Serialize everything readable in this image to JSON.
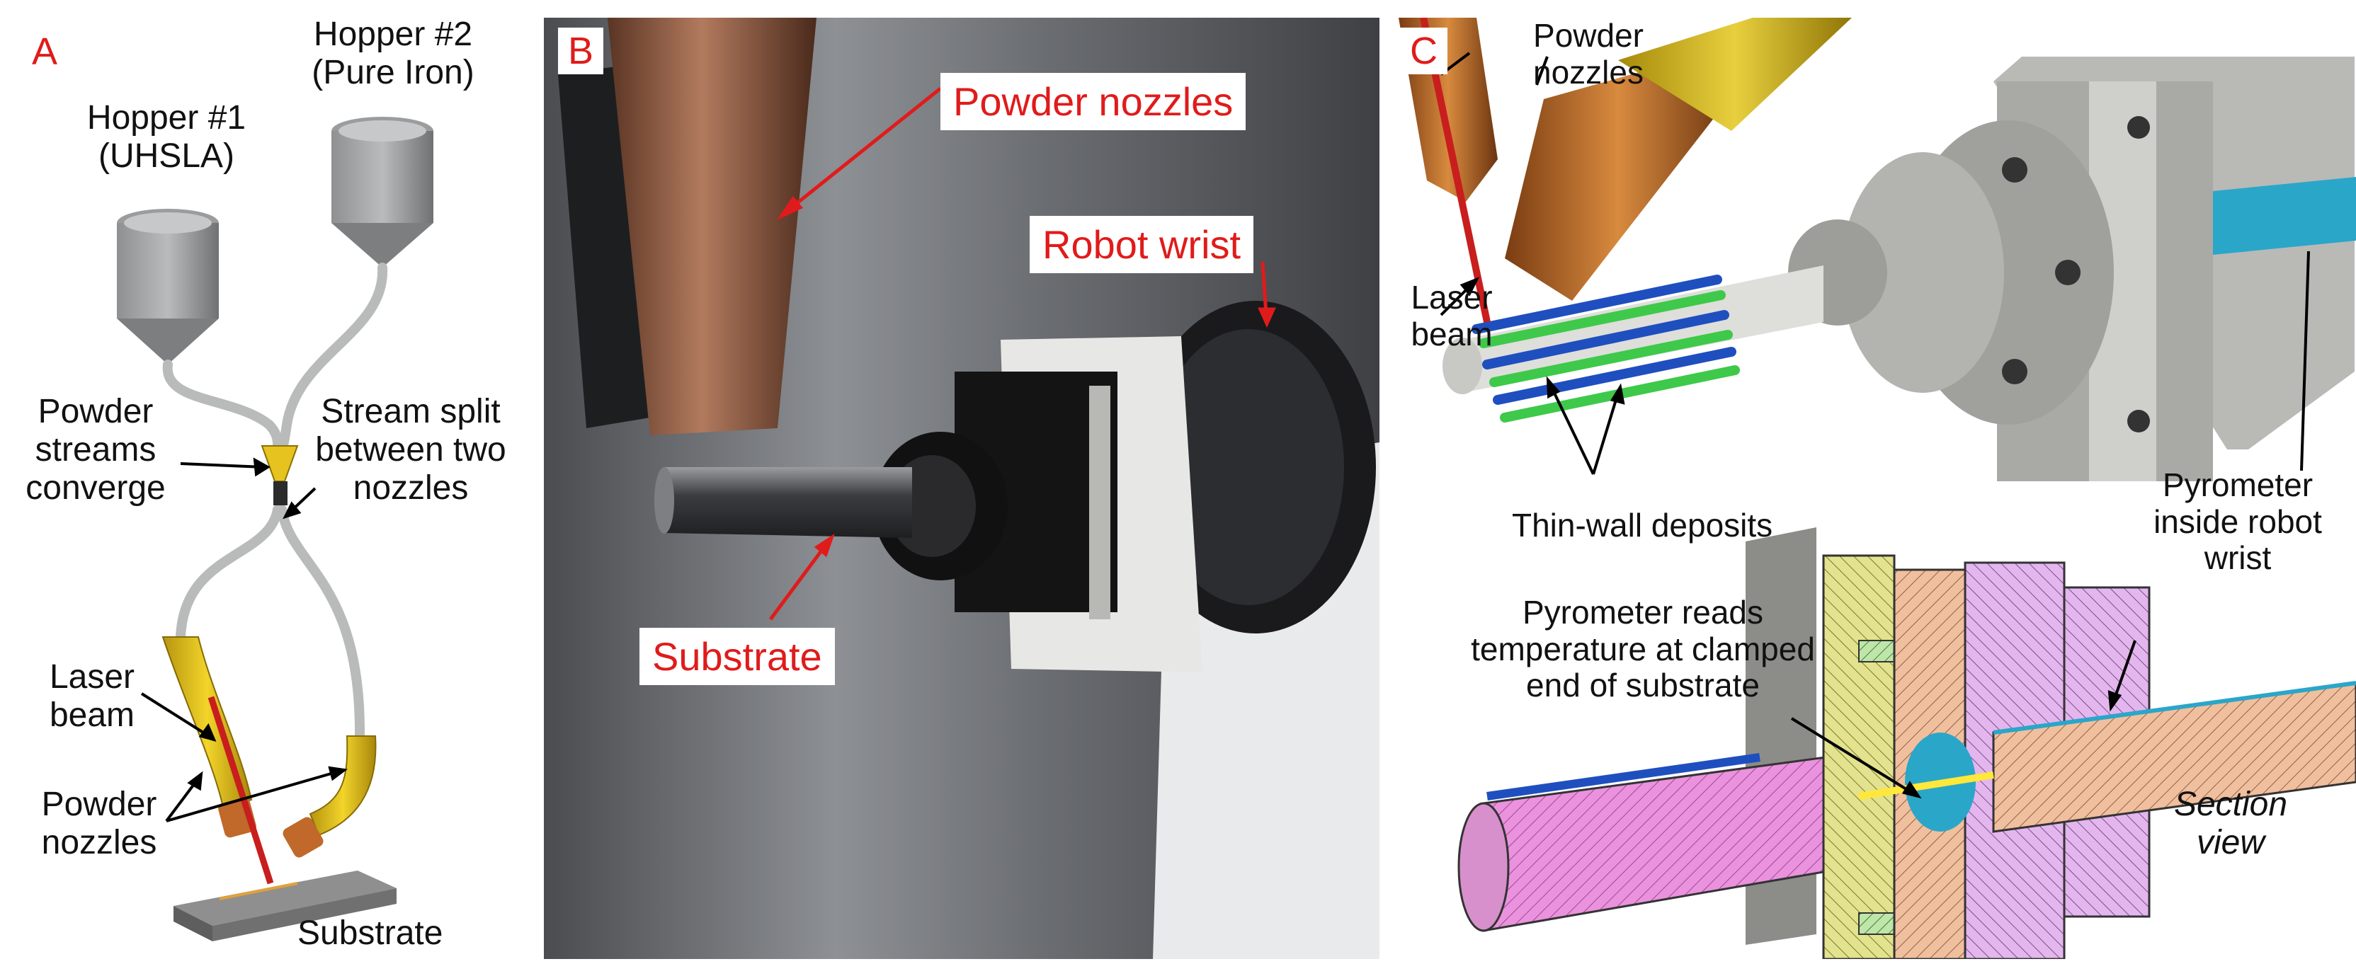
{
  "panel_a": {
    "letter": "A",
    "hopper1_line1": "Hopper #1",
    "hopper1_line2": "(UHSLA)",
    "hopper2_line1": "Hopper #2",
    "hopper2_line2": "(Pure Iron)",
    "converge_line1": "Powder",
    "converge_line2": "streams",
    "converge_line3": "converge",
    "split_line1": "Stream split",
    "split_line2": "between two",
    "split_line3": "nozzles",
    "laser_line1": "Laser",
    "laser_line2": "beam",
    "nozzles_line1": "Powder",
    "nozzles_line2": "nozzles",
    "substrate": "Substrate"
  },
  "panel_b": {
    "letter": "B",
    "powder_nozzles": "Powder nozzles",
    "robot_wrist": "Robot wrist",
    "substrate": "Substrate"
  },
  "panel_c": {
    "letter": "C",
    "powder_line1": "Powder",
    "powder_line2": "nozzles",
    "laser_line1": "Laser",
    "laser_line2": "beam",
    "thin_wall": "Thin-wall deposits",
    "pyrometer_line1": "Pyrometer",
    "pyrometer_line2": "inside robot",
    "pyrometer_line3": "wrist",
    "reads_line1": "Pyrometer reads",
    "reads_line2": "temperature at clamped",
    "reads_line3": "end of substrate",
    "section_line1": "Section",
    "section_line2": "view"
  },
  "colors": {
    "label_red": "#e01b1b",
    "nozzle_yellow": "#e3c21a",
    "copper": "#c0692a",
    "deposit_green": "#3ec94a",
    "deposit_blue": "#1f4fbf",
    "pyrometer_cyan": "#2aa6c9"
  }
}
